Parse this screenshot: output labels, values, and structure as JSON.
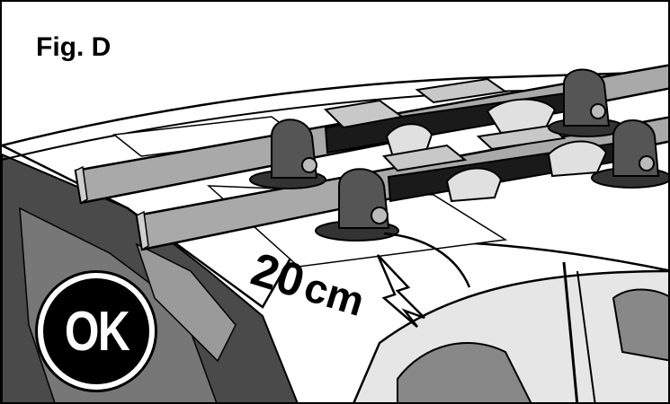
{
  "figure": {
    "label": "Fig. D",
    "ok_text": "OK",
    "distance": {
      "value": "20",
      "unit": "cm"
    }
  },
  "icons": [
    "ski-carrier-illustration",
    "ok-badge-icon",
    "lightning-arrow-icon"
  ],
  "colors": {
    "line": "#000000",
    "roof": "#ffffff",
    "car_glass": "#555555",
    "ski": "#a9a9a9",
    "mount": "#444444"
  }
}
